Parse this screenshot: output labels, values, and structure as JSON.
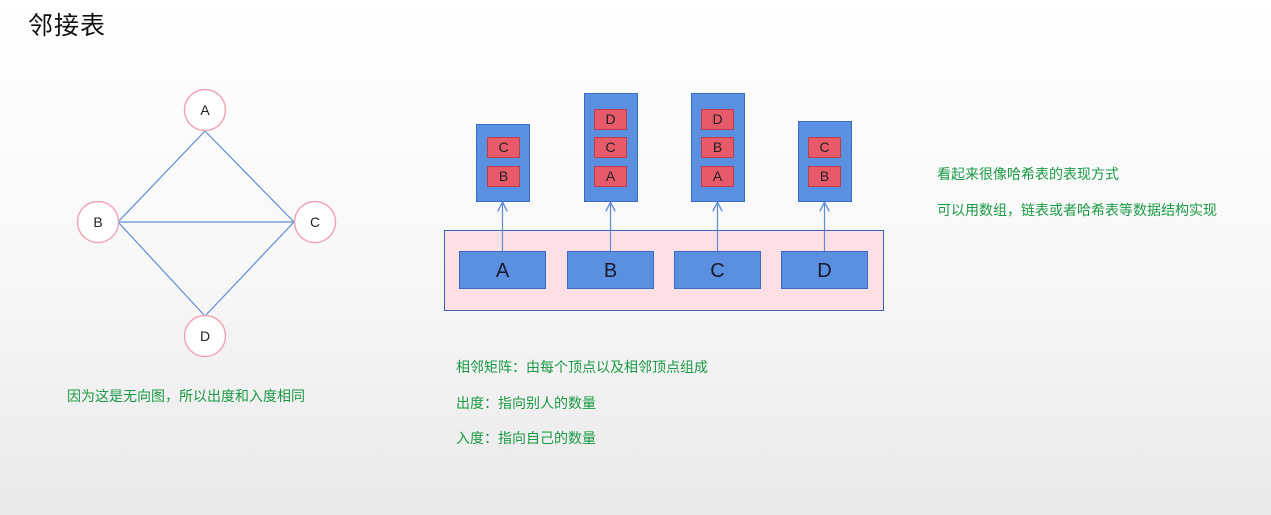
{
  "title": "邻接表",
  "graph": {
    "nodes": [
      "A",
      "B",
      "C",
      "D"
    ]
  },
  "adjacency": {
    "base": [
      "A",
      "B",
      "C",
      "D"
    ],
    "lists": [
      [
        "C",
        "B"
      ],
      [
        "D",
        "C",
        "A"
      ],
      [
        "D",
        "B",
        "A"
      ],
      [
        "C",
        "B"
      ]
    ]
  },
  "notes": {
    "graph_note": "因为这是无向图，所以出度和入度相同",
    "definition": "相邻矩阵：由每个顶点以及相邻顶点组成",
    "out_degree": "出度：指向别人的数量",
    "in_degree": "入度：指向自己的数量",
    "hash_like": "看起来很像哈希表的表现方式",
    "impl": "可以用数组，链表或者哈希表等数据结构实现"
  },
  "colors": {
    "node_border": "#f0a5b5",
    "edge": "#5b8ed6",
    "box_blue": "#5b8fe0",
    "box_red": "#e85a6a",
    "container": "#fde0e4",
    "container_border": "#3f5fb0",
    "note_text": "#1a9a44"
  }
}
